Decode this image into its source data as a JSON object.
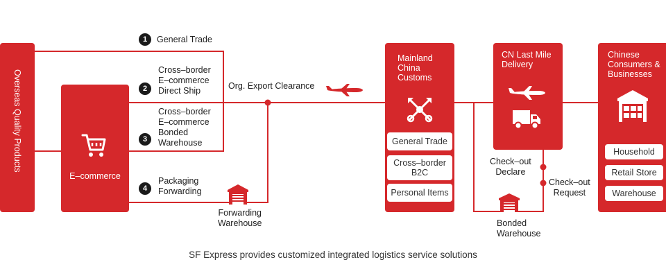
{
  "colors": {
    "brand_red": "#d5282b",
    "marker": "#1a1a1a"
  },
  "overseas": {
    "label": "Overseas Quality Products"
  },
  "ecommerce": {
    "label": "E–commerce",
    "icon": "shopping-cart-icon"
  },
  "routes": [
    {
      "number": "1",
      "label": "General Trade"
    },
    {
      "number": "2",
      "label_lines": [
        "Cross–border",
        "E–commerce",
        "Direct Ship"
      ]
    },
    {
      "number": "3",
      "label_lines": [
        "Cross–border",
        "E–commerce",
        "Bonded",
        "Warehouse"
      ]
    },
    {
      "number": "4",
      "label_lines": [
        "Packaging",
        "Forwarding"
      ]
    }
  ],
  "export_clearance": "Org. Export Clearance",
  "forwarding_warehouse": {
    "lines": [
      "Forwarding",
      "Warehouse"
    ],
    "icon": "warehouse-icon"
  },
  "customs": {
    "title_lines": [
      "Mainland",
      "China",
      "Customs"
    ],
    "icon": "customs-emblem-icon",
    "items": [
      {
        "lines": [
          "General Trade"
        ]
      },
      {
        "lines": [
          "Cross–border",
          "B2C"
        ]
      },
      {
        "lines": [
          "Personal Items"
        ]
      }
    ]
  },
  "delivery": {
    "title_lines": [
      "CN Last Mile",
      "Delivery"
    ],
    "icons": [
      "airplane-icon",
      "truck-icon"
    ]
  },
  "checkout_declare": [
    "Check–out",
    "Declare"
  ],
  "checkout_request": [
    "Check–out",
    "Request"
  ],
  "bonded_warehouse": {
    "lines": [
      "Bonded",
      "Warehouse"
    ],
    "icon": "warehouse-icon"
  },
  "consumers": {
    "title_lines": [
      "Chinese",
      "Consumers &",
      "Businesses"
    ],
    "icon": "warehouse-building-icon",
    "items": [
      "Household",
      "Retail Store",
      "Warehouse"
    ]
  },
  "caption": "SF Express provides customized integrated logistics service solutions"
}
